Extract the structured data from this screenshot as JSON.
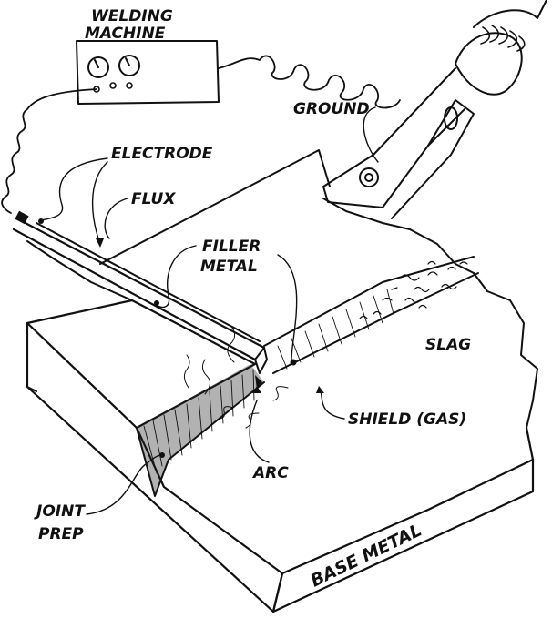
{
  "labels": {
    "welding_machine_line1": "WELDING",
    "welding_machine_line2": "MACHINE",
    "ground": "GROUND",
    "electrode": "ELECTRODE",
    "flux": "FLUX",
    "filler_line1": "FILLER",
    "filler_line2": "METAL",
    "slag": "SLAG",
    "shield": "SHIELD (GAS)",
    "arc": "ARC",
    "joint_line1": "JOINT",
    "joint_line2": "PREP",
    "base_metal": "BASE METAL"
  }
}
